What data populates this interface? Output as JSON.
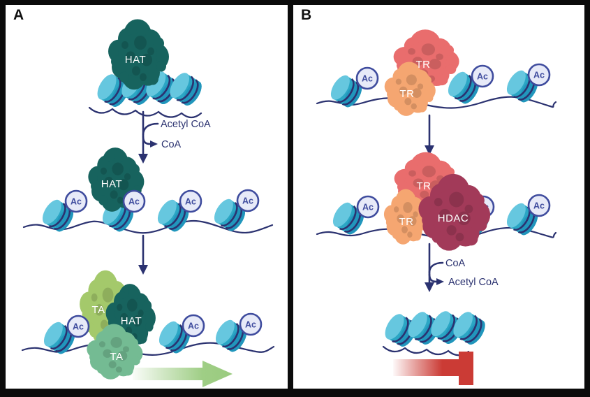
{
  "panel_a": {
    "label": "A",
    "hat_enzyme_step1": "HAT",
    "reaction": {
      "input": "Acetyl CoA",
      "output": "CoA"
    },
    "hat_enzyme_step2": "HAT",
    "complex_step3": {
      "ta_upper": "TA",
      "hat": "HAT",
      "ta_lower": "TA"
    }
  },
  "panel_b": {
    "label": "B",
    "complex_step1": {
      "tr_upper": "TR",
      "tr_lower": "TR"
    },
    "complex_step2": {
      "tr_upper": "TR",
      "tr_lower": "TR",
      "hdac": "HDAC"
    },
    "reaction": {
      "input": "CoA",
      "output": "Acetyl CoA"
    }
  },
  "labels": {
    "acetyl_mark": "Ac"
  },
  "colors": {
    "hat": "#17635E",
    "ta_light_green": "#A4C96B",
    "ta_sea_green": "#74BB93",
    "tr_salmon": "#E96D6D",
    "tr_orange": "#F5A671",
    "hdac_maroon": "#A23A59",
    "dna": "#2B3270",
    "nucleosome_face": "#66C7DF",
    "nucleosome_side": "#2BA6C4",
    "acetyl_fill": "#E7EAF8",
    "acetyl_border": "#3F4C9E",
    "activation_arrow": "#9ACB7F",
    "repression_arrow": "#CB3B35",
    "reaction_text": "#2B3270"
  }
}
